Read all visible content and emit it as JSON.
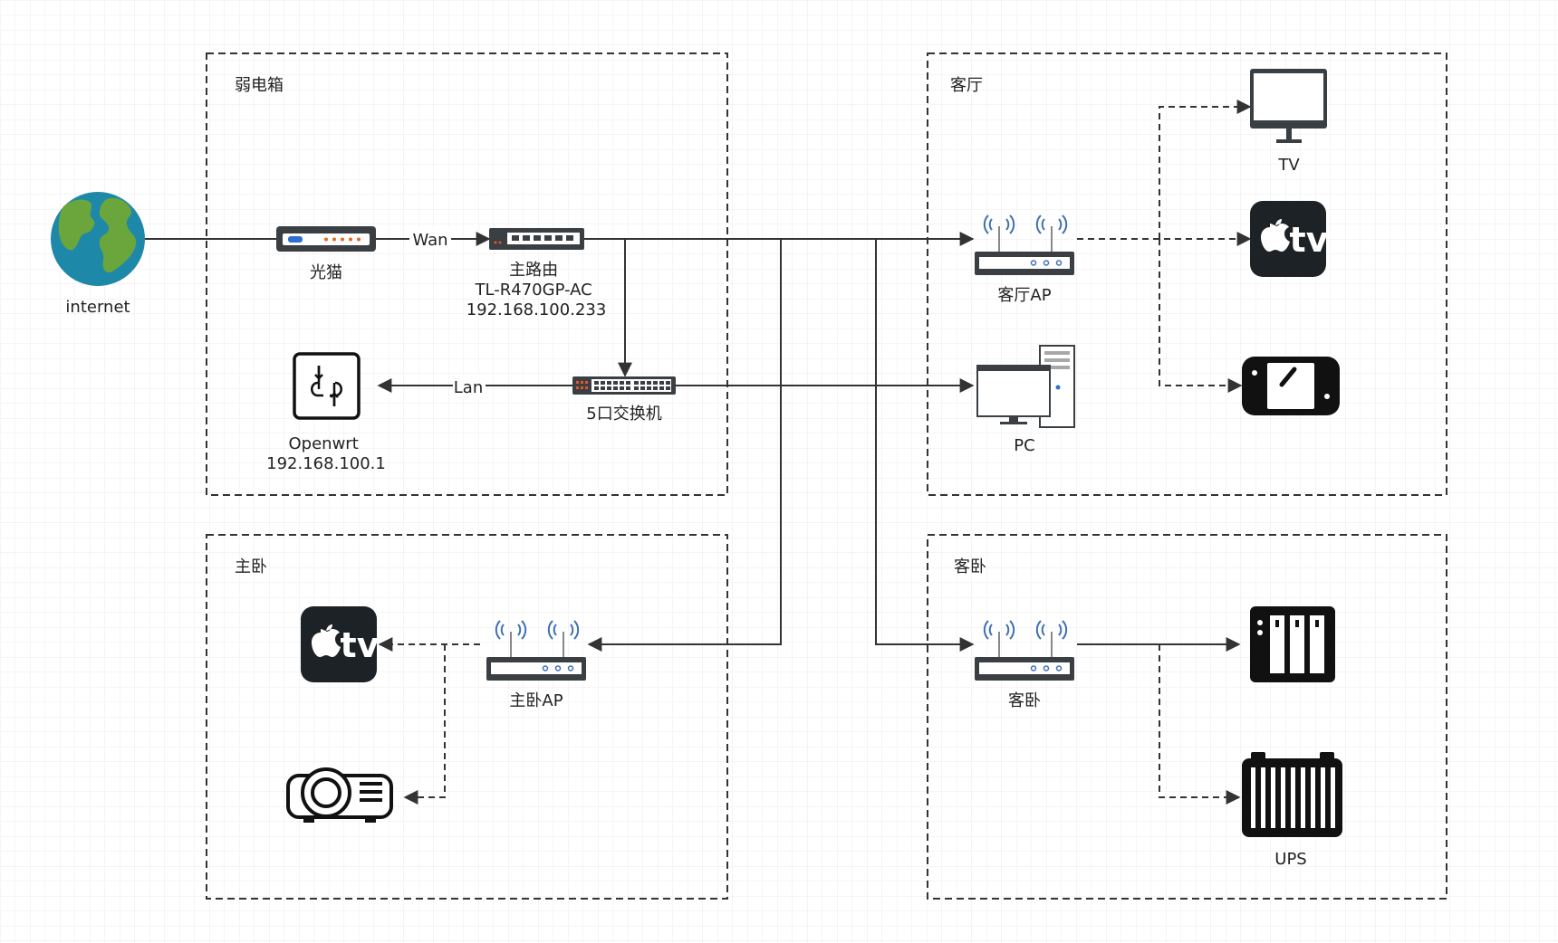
{
  "groups": {
    "weak_box": "弱电箱",
    "living_room": "客厅",
    "master_bedroom": "主卧",
    "guest_bedroom": "客卧"
  },
  "nodes": {
    "internet": "internet",
    "modem": "光猫",
    "main_router": [
      "主路由",
      "TL-R470GP-AC",
      "192.168.100.233"
    ],
    "openwrt": [
      "Openwrt",
      "192.168.100.1"
    ],
    "switch": "5口交换机",
    "living_ap": "客厅AP",
    "tv": "TV",
    "pc": "PC",
    "master_ap": "主卧AP",
    "guest_ap": "客卧",
    "ups": "UPS",
    "appletv_living": "tv",
    "appletv_master": "tv"
  },
  "edges": {
    "wan": "Wan",
    "lan": "Lan"
  },
  "icons": {
    "internet": "globe-icon",
    "modem": "modem-icon",
    "main_router": "router-icon",
    "openwrt": "openwrt-icon",
    "switch": "switch-icon",
    "living_ap": "wireless-ap-icon",
    "tv": "monitor-icon",
    "appletv_living": "apple-tv-icon",
    "game_console": "handheld-console-icon",
    "pc": "desktop-pc-icon",
    "master_ap": "wireless-ap-icon",
    "appletv_master": "apple-tv-icon",
    "projector": "projector-icon",
    "guest_ap": "wireless-ap-icon",
    "nas": "nas-icon",
    "ups": "ups-icon"
  },
  "colors": {
    "line": "#333333",
    "globe_ocean": "#1e88a8",
    "globe_land": "#6aa63b",
    "ap_signal": "#3f6fb5",
    "device_dark": "#1c2225"
  }
}
